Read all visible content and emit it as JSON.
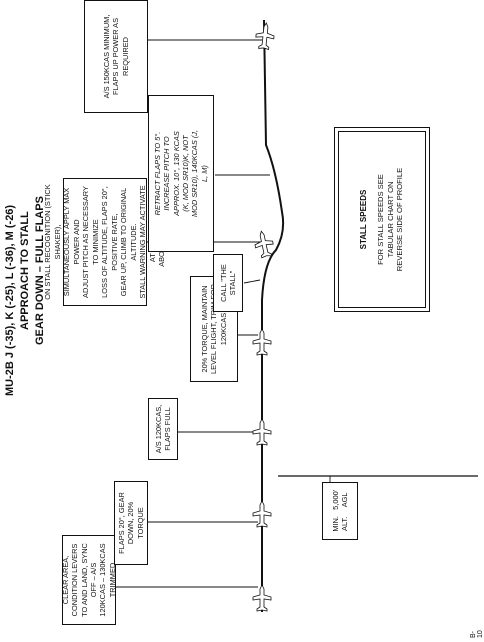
{
  "titles": {
    "model": "MU-2B J (-35), K (-25), L (-36), M (-26)",
    "procedure": "APPROACH TO STALL",
    "configuration": "GEAR DOWN – FULL FLAPS"
  },
  "steps": {
    "clear_area": "CLEAR AREA, CONDITION LEVERS\nTO AND LAND, SYNC OFF – A/S\n120KCAS – 130KCAS TRIMMED",
    "flaps_20": "FLAPS 20°, GEAR\nDOWN, 20% TORQUE",
    "as_120": "A/S 120KCAS,\nFLAPS FULL",
    "torque_20": "20% TORQUE, MAINTAIN\nLEVEL FLIGHT, TRIM FOR\n120KCAS",
    "call_stall": "CALL \"THE\nSTALL\"",
    "stall_recovery": "ON STALL RECOGNITION (STICK SHAKER),\nSIMULTANEOUSLY APPLY MAX POWER AND\nADJUST PITCH AS NECESSARY TO MINIMIZE\nLOSS OF ALTITUDE, FLAPS 20°, POSITIVE RATE,\nGEAR UP, CLIMB TO ORIGINAL ALTITUDE.\nSTALL WARNING MAY ACTIVATE AT 4 TO 9 K\nABOVE STALL",
    "retract_flaps": "RETRACT FLAPS TO 5°.\nINCREASE PITCH TO\nAPPROX. 10°, 130 KCAS\n(K, MOD SR10)K, NOT\nMOD SR10), 140KCAS (J,\nL, M)",
    "as_150": "A/S 150KCAS MINIMUM,\nFLAPS UP POWER AS\nREQUIRED"
  },
  "min_alt": {
    "label": "MIN. ALT.",
    "value": "5,000' AGL"
  },
  "stall_speeds": {
    "heading": "STALL SPEEDS",
    "body": "FOR STALL SPEEDS SEE\nTABULAR CHART ON\nREVERSE SIDE OF PROFILE"
  },
  "page_number": "B-10",
  "colors": {
    "ink": "#111111",
    "paper": "#ffffff"
  }
}
